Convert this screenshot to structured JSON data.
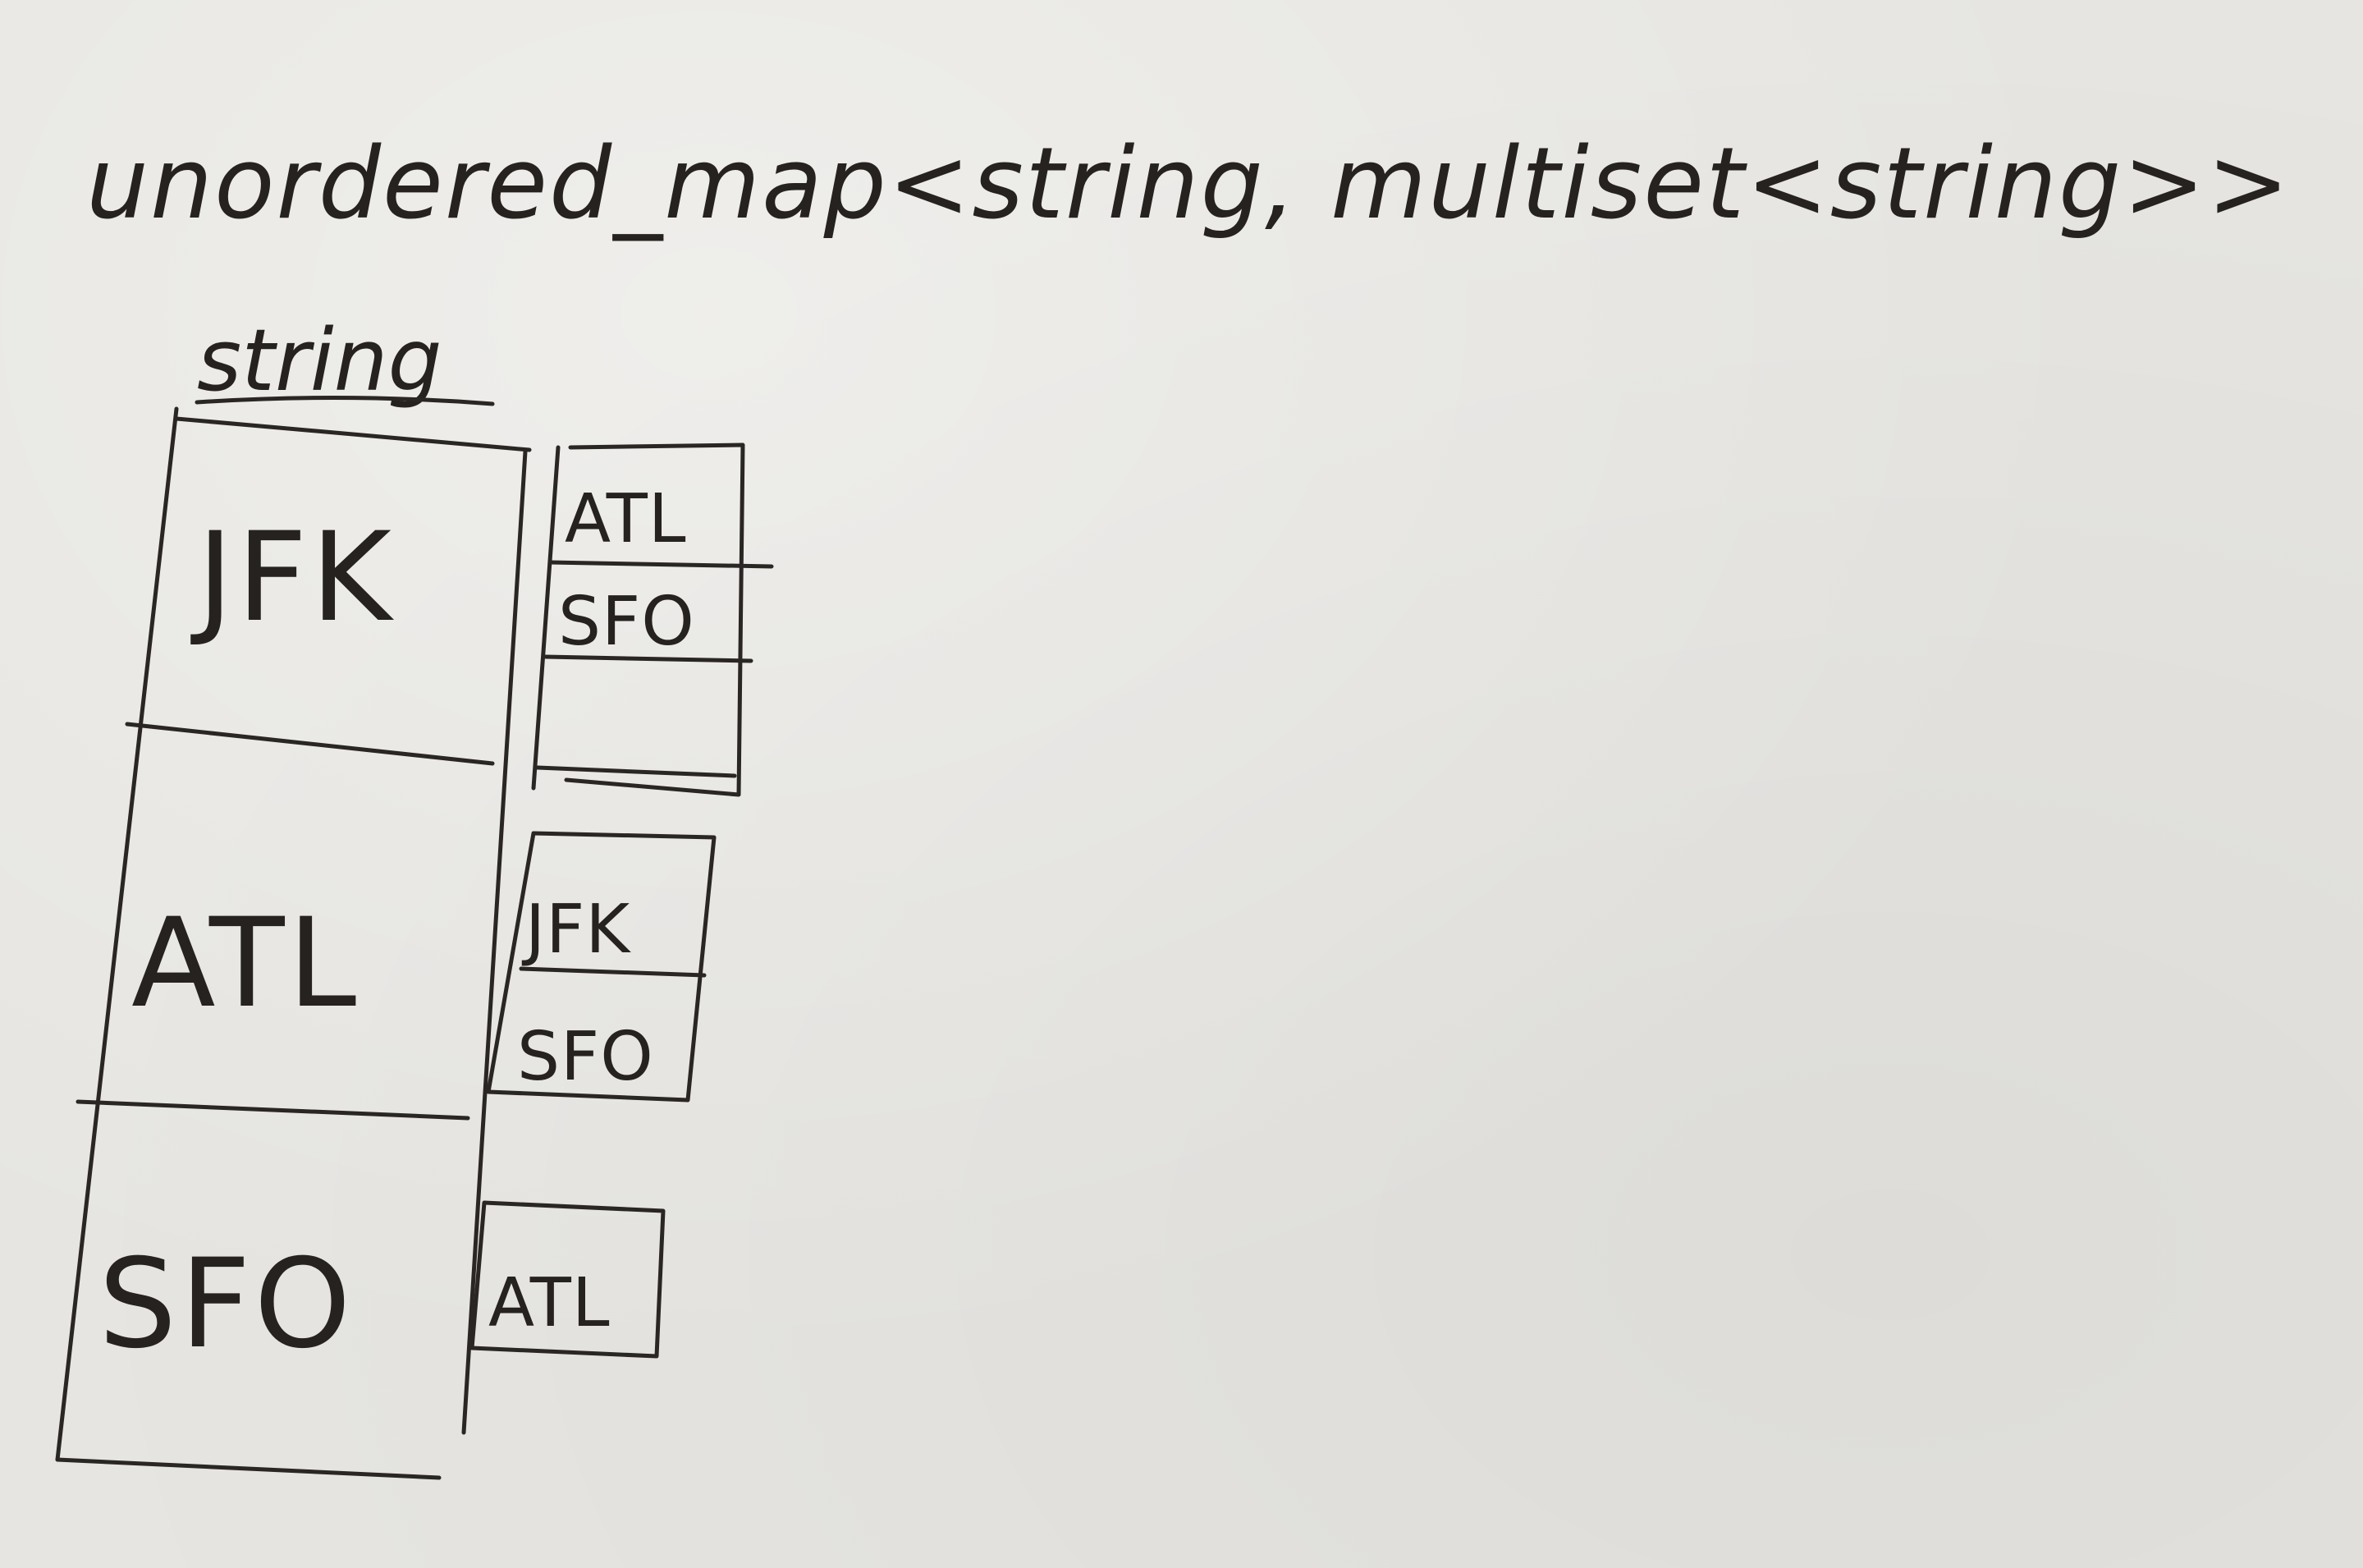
{
  "title": "unordered_map<string, multiset<string>>",
  "key_column_header": "string",
  "entries": [
    {
      "key": "JFK",
      "values": [
        "ATL",
        "SFO"
      ]
    },
    {
      "key": "ATL",
      "values": [
        "JFK",
        "SFO"
      ]
    },
    {
      "key": "SFO",
      "values": [
        "ATL"
      ]
    }
  ]
}
